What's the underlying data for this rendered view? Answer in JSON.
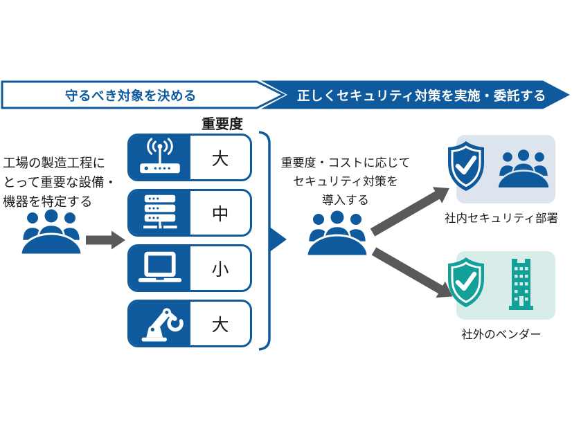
{
  "colors": {
    "primary_blue": "#0e5a9d",
    "arrow_gray": "#58595b",
    "text": "#1a1a1a",
    "internal_card_bg": "#dce4ee",
    "external_teal": "#13a099",
    "external_card_bg": "#d8ece9"
  },
  "stage1_banner": {
    "label": "守るべき対象を決める"
  },
  "stage2_banner": {
    "label": "正しくセキュリティ対策を実施・委託する"
  },
  "identify": {
    "description": "工場の製造工程に\nとって重要な設備・\n機器を特定する"
  },
  "importance": {
    "header": "重要度",
    "items": [
      {
        "icon": "wireless-router-icon",
        "level": "大"
      },
      {
        "icon": "server-icon",
        "level": "中"
      },
      {
        "icon": "laptop-icon",
        "level": "小"
      },
      {
        "icon": "robot-arm-icon",
        "level": "大"
      }
    ]
  },
  "deploy": {
    "description": "重要度・コストに応じて\nセキュリティ対策を\n導入する"
  },
  "destinations": {
    "internal": {
      "label": "社内セキュリティ部署",
      "icons": [
        "shield-check-icon",
        "people-icon"
      ]
    },
    "external": {
      "label": "社外のベンダー",
      "icons": [
        "shield-check-icon",
        "office-building-icon"
      ]
    }
  }
}
